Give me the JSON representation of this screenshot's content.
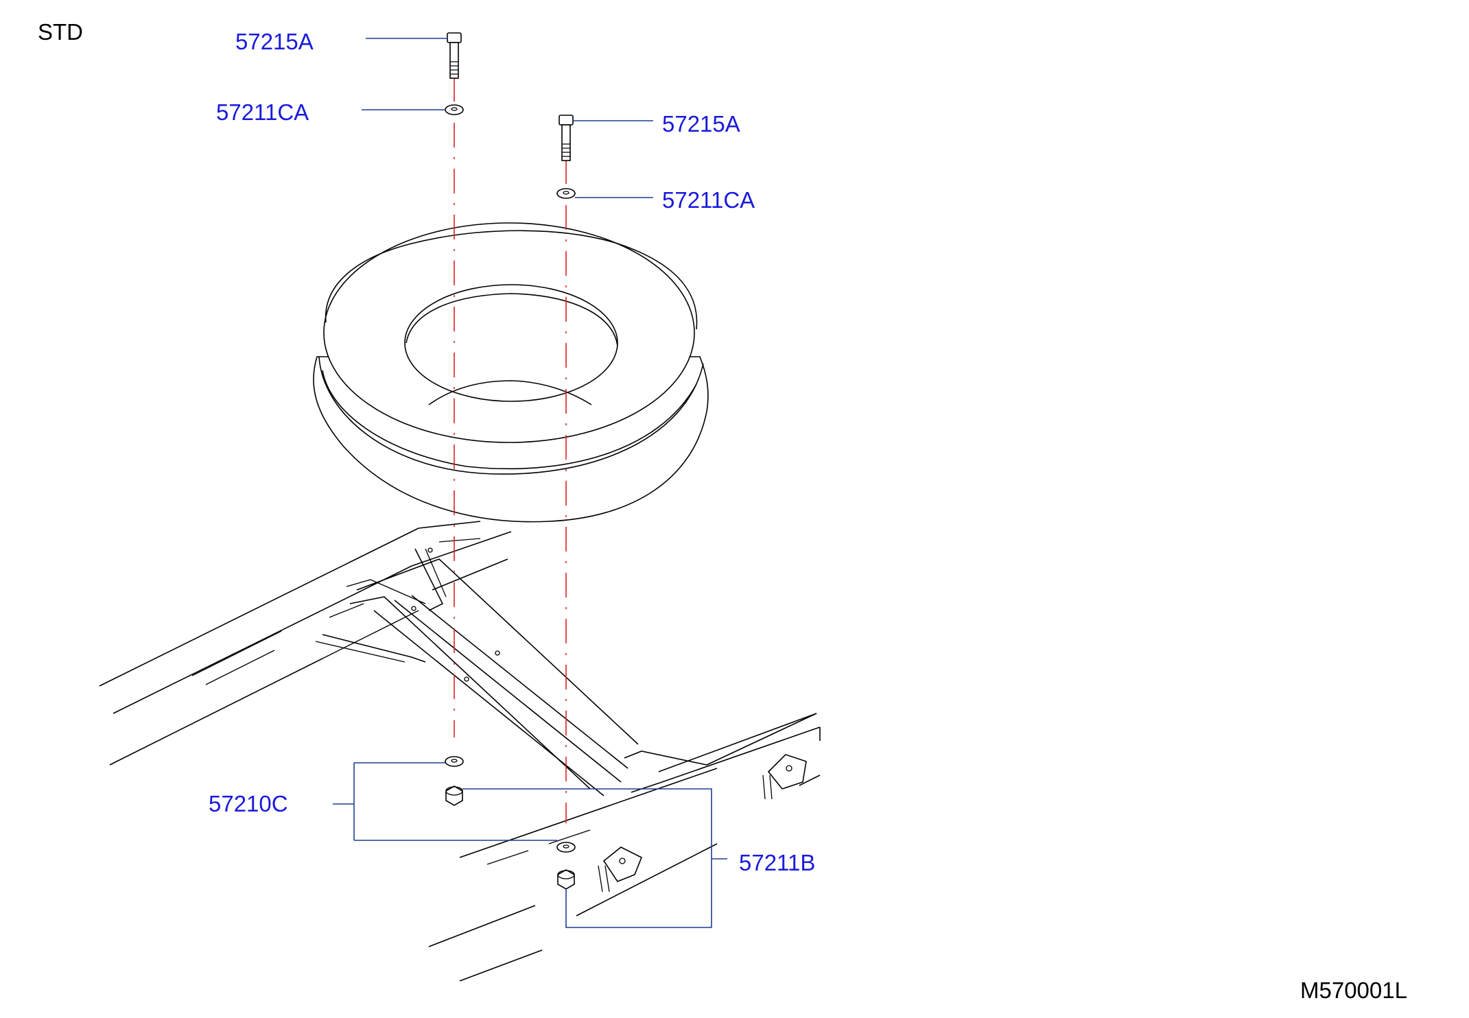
{
  "variant_label": "STD",
  "diagram_code": "M570001L",
  "parts": {
    "bolt_left": "57215A",
    "washer_left": "57211CA",
    "bolt_right": "57215A",
    "washer_right": "57211CA",
    "nut_set_c": "57210C",
    "nut_set_b": "57211B"
  },
  "colors": {
    "callout_text": "#1a1adc",
    "leader_line": "#1f3d8f",
    "center_line": "#e02020",
    "outline": "#000000"
  }
}
